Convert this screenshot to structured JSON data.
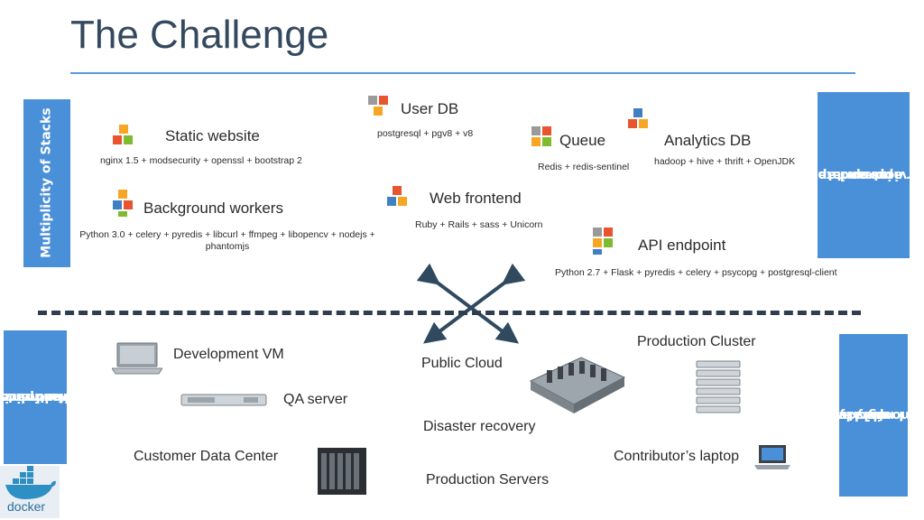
{
  "title": "The Challenge",
  "side_labels": {
    "stacks": "Multiplicity of Stacks",
    "hardware": [
      "Multiplicity of",
      "hardware",
      "environments"
    ],
    "interact": [
      "Do services and apps",
      "interact",
      "appropriately?"
    ],
    "migrate": [
      "Can I migrate",
      "smoothly and",
      "quickly?"
    ]
  },
  "services": {
    "static": {
      "name": "Static website",
      "stack": "nginx 1.5 + modsecurity + openssl + bootstrap 2"
    },
    "userdb": {
      "name": "User DB",
      "stack": "postgresql + pgv8 + v8"
    },
    "queue": {
      "name": "Queue",
      "stack": "Redis + redis-sentinel"
    },
    "analytics": {
      "name": "Analytics DB",
      "stack": "hadoop + hive + thrift + OpenJDK"
    },
    "workers": {
      "name": "Background workers",
      "stack": "Python 3.0 + celery + pyredis + libcurl + ffmpeg + libopencv + nodejs + phantomjs"
    },
    "web": {
      "name": "Web frontend",
      "stack": "Ruby + Rails + sass + Unicorn"
    },
    "api": {
      "name": "API endpoint",
      "stack": "Python 2.7 + Flask + pyredis + celery + psycopg + postgresql-client"
    }
  },
  "environments": {
    "dev_vm": "Development VM",
    "qa": "QA server",
    "customer_dc": "Customer Data Center",
    "public_cloud": "Public Cloud",
    "disaster": "Disaster recovery",
    "prod_servers": "Production Servers",
    "prod_cluster": "Production Cluster",
    "laptop": "Contributor’s laptop"
  },
  "logo": {
    "text": "docker"
  },
  "colors": {
    "accent": "#4a90d9",
    "title": "#35495e",
    "arrow": "#2f4a5f",
    "stack_red": "#e8542f",
    "stack_orange": "#f6a623",
    "stack_blue": "#3f7fc2",
    "stack_green": "#7fba2f",
    "stack_gray": "#9a9a9a"
  }
}
